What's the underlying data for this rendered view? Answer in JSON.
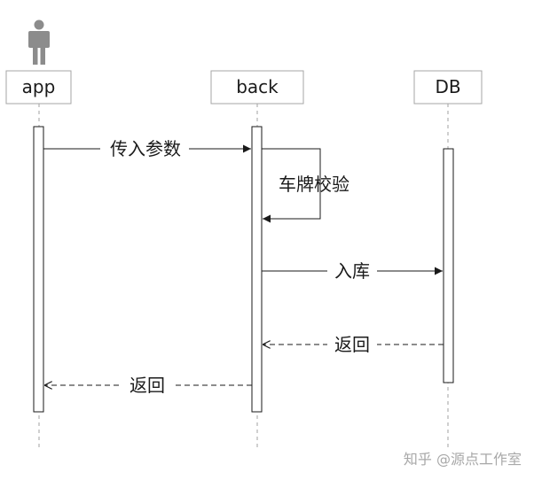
{
  "diagram": {
    "participants": [
      {
        "id": "app",
        "label": "app",
        "actor_icon": "person-icon"
      },
      {
        "id": "back",
        "label": "back"
      },
      {
        "id": "db",
        "label": "DB"
      }
    ],
    "messages": [
      {
        "id": "m1",
        "from": "app",
        "to": "back",
        "label": "传入参数",
        "style": "solid"
      },
      {
        "id": "m2",
        "from": "back",
        "to": "back",
        "label": "车牌校验",
        "style": "solid",
        "self": true
      },
      {
        "id": "m3",
        "from": "back",
        "to": "db",
        "label": "入库",
        "style": "solid"
      },
      {
        "id": "m4",
        "from": "db",
        "to": "back",
        "label": "返回",
        "style": "dashed"
      },
      {
        "id": "m5",
        "from": "back",
        "to": "app",
        "label": "返回",
        "style": "dashed"
      }
    ]
  },
  "watermark": {
    "text": "知乎 @源点工作室"
  },
  "colors": {
    "line": "#1a1a1a",
    "lifeline": "#a0a0a0",
    "box_border": "#a6a6a6",
    "actor": "#8c8c8c",
    "watermark": "#a8a8a8"
  }
}
